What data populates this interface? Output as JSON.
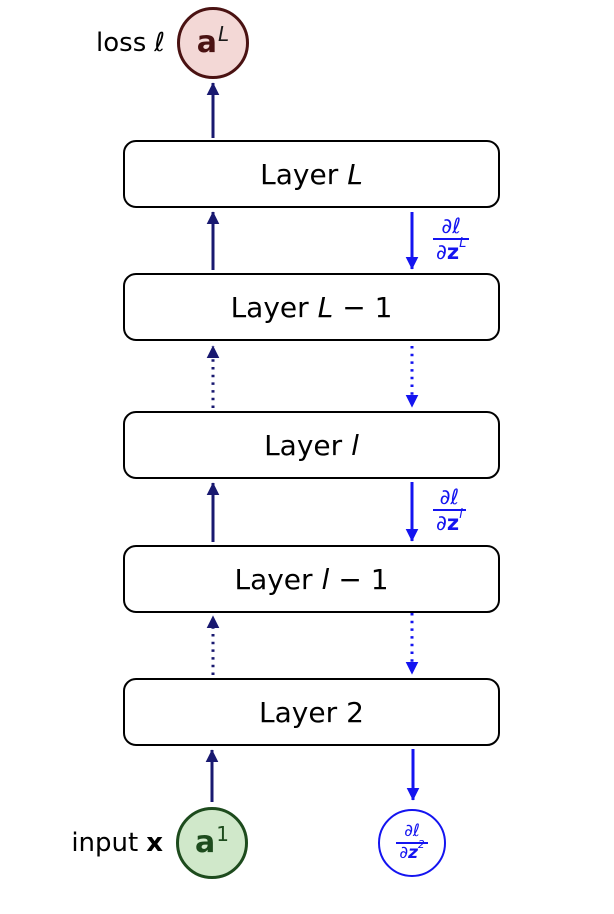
{
  "figure": {
    "title": "feedforward-backpropagation-layer-diagram"
  },
  "colors": {
    "navy": "#191970",
    "blue": "#1414f0",
    "box-border": "#000000",
    "loss-fill": "#f3d8d6",
    "loss-border": "#4a1212",
    "input-fill": "#d0e8ca",
    "input-border": "#1d4b1d",
    "text": "#000000",
    "background": "#ffffff"
  },
  "top": {
    "label": "loss",
    "label_math": "ℓ",
    "node_var": "a",
    "node_sup": "L"
  },
  "layers": [
    {
      "prefix": "Layer",
      "var": "L"
    },
    {
      "prefix": "Layer",
      "var": "L",
      "tail": "− 1"
    },
    {
      "prefix": "Layer",
      "var": "l"
    },
    {
      "prefix": "Layer",
      "var": "l",
      "tail": "− 1"
    },
    {
      "prefix": "Layer",
      "num": "2"
    }
  ],
  "gradient_labels": [
    {
      "num": "∂ℓ",
      "den": "∂",
      "den_bold": "z",
      "sup": "L"
    },
    {
      "num": "∂ℓ",
      "den": "∂",
      "den_bold": "z",
      "sup": "l"
    }
  ],
  "bottom": {
    "label": "input",
    "label_math": "x",
    "node_var": "a",
    "node_sup": "1",
    "gradient_node": {
      "num": "∂ℓ",
      "den": "∂",
      "den_bold": "z",
      "sup": "2"
    }
  }
}
